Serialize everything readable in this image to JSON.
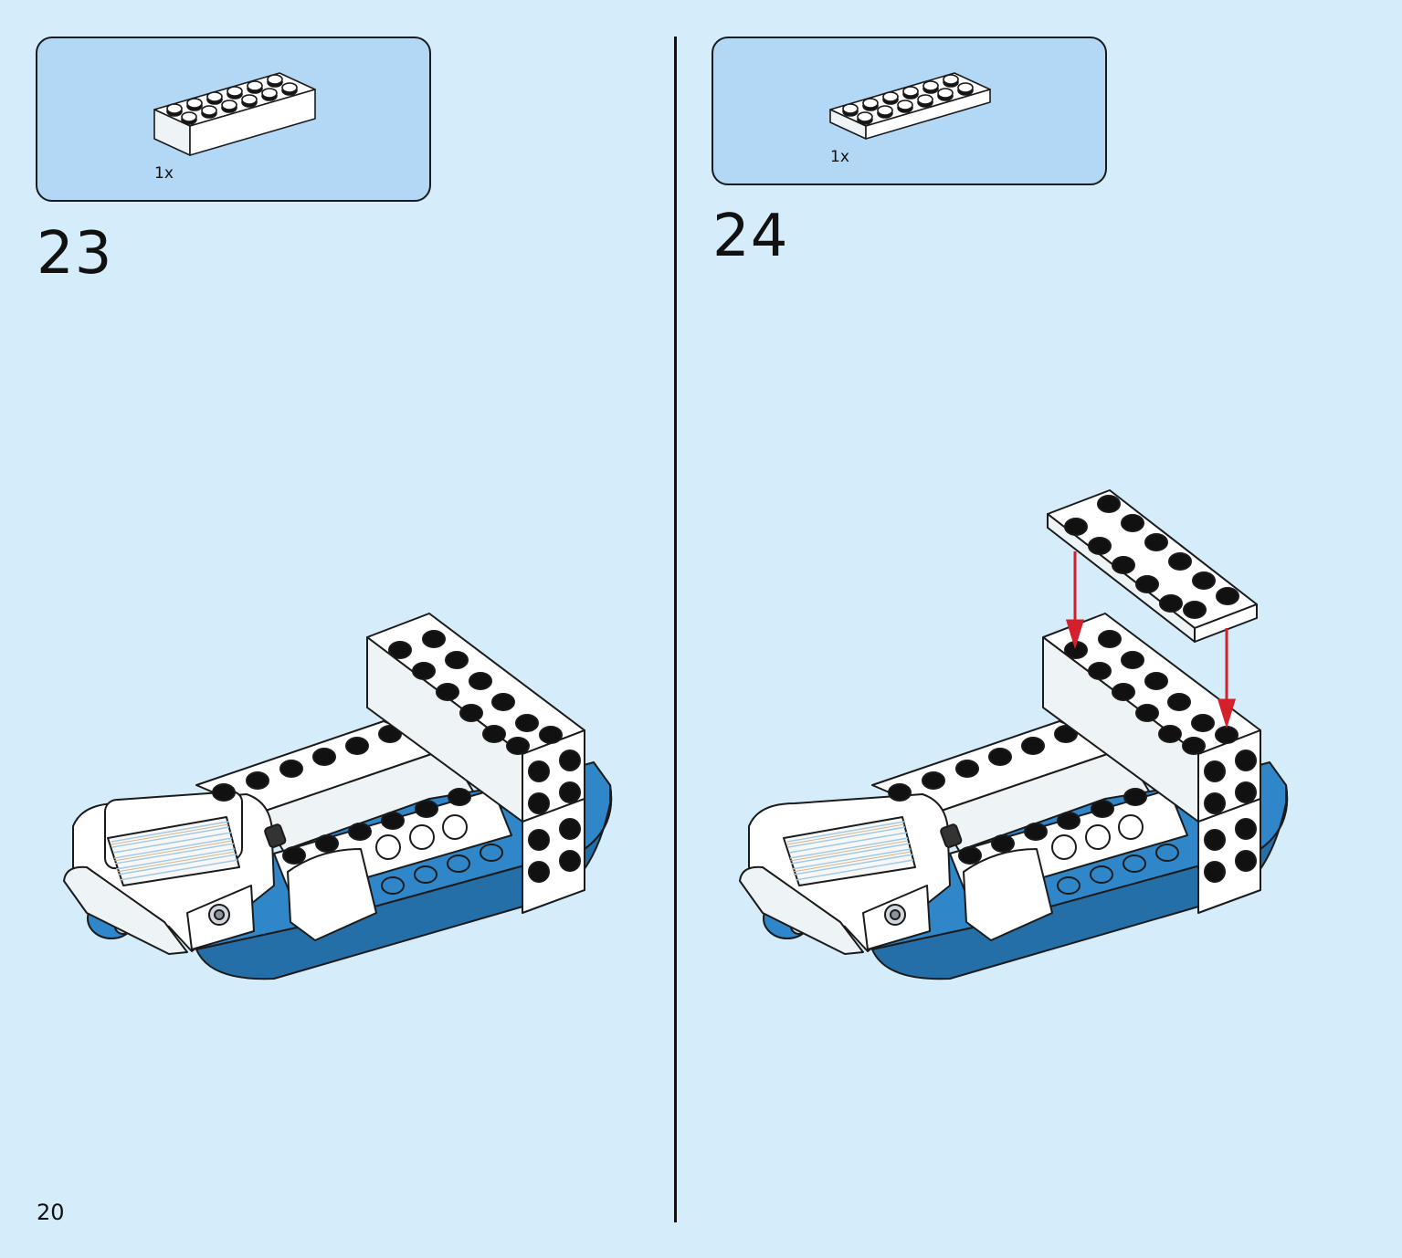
{
  "page_number": "20",
  "steps": [
    {
      "number": "23",
      "part": {
        "quantity": "1x",
        "part_type": "white-brick-2x6-icon"
      }
    },
    {
      "number": "24",
      "part": {
        "quantity": "1x",
        "part_type": "white-plate-2x6-icon"
      }
    }
  ],
  "colors": {
    "background": "#d5ecfb",
    "parts_box": "#b2d8f5",
    "base_blue": "#2f86c8",
    "white": "#ffffff",
    "arrow_red": "#d4202a"
  }
}
